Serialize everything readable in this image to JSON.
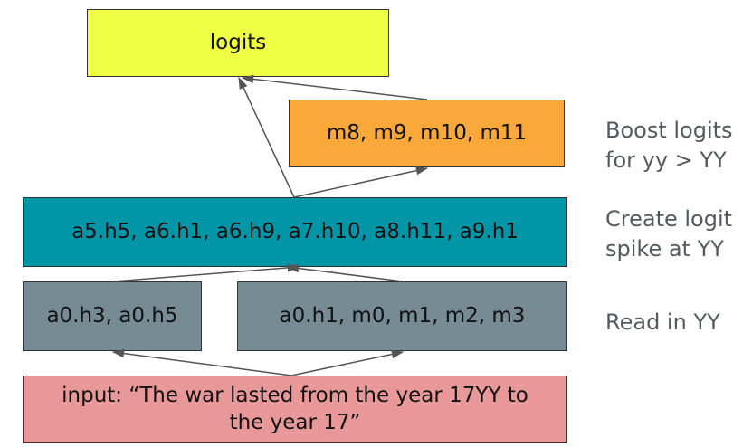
{
  "boxes": {
    "logits": {
      "label": "logits",
      "color": "#eeff44"
    },
    "mlps": {
      "label": "m8, m9, m10, m11",
      "color": "#fba83b"
    },
    "heads": {
      "label": "a5.h5, a6.h1, a6.h9, a7.h10, a8.h11, a9.h1",
      "color": "#0096a7"
    },
    "a0": {
      "label": "a0.h3, a0.h5",
      "color": "#778b95"
    },
    "mix": {
      "label": "a0.h1, m0, m1, m2, m3",
      "color": "#778b95"
    },
    "input": {
      "label": "input: “The war lasted from the year 17YY to the year 17”",
      "color": "#e89898"
    }
  },
  "notes": [
    "Boost logits\nfor yy > YY",
    "Create logit\nspike at YY",
    "Read in YY"
  ],
  "arrow_color": "#555555"
}
